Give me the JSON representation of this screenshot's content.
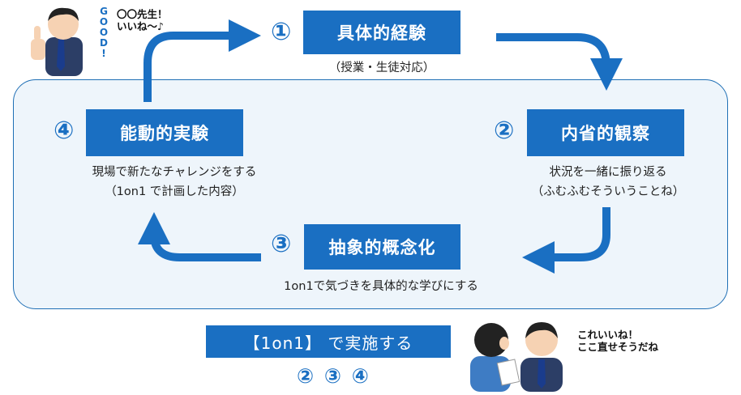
{
  "colors": {
    "primary": "#1a6fc2",
    "panel_bg": "#eef5fb",
    "panel_border": "#1f6fb5"
  },
  "steps": [
    {
      "num": "①",
      "title": "具体的経験",
      "caption": [
        "（授業・生徒対応）"
      ]
    },
    {
      "num": "②",
      "title": "内省的観察",
      "caption": [
        "状況を一緒に振り返る",
        "（ふむふむそういうことね）"
      ]
    },
    {
      "num": "③",
      "title": "抽象的概念化",
      "caption": [
        "1on1で気づきを具体的な学びにする"
      ]
    },
    {
      "num": "④",
      "title": "能動的実験",
      "caption": [
        "現場で新たなチャレンジをする",
        "（1on1 で計画した内容）"
      ]
    }
  ],
  "banner": {
    "label": "【1on1】 で実施する",
    "steps": "② ③ ④"
  },
  "top_left_character": {
    "speech": [
      "〇〇先生！",
      "いいね～♪"
    ],
    "sign": [
      "G",
      "O",
      "O",
      "D",
      "!"
    ]
  },
  "bottom_right_characters": {
    "speech": [
      "これいいね！",
      "ここ直せそうだね"
    ]
  }
}
